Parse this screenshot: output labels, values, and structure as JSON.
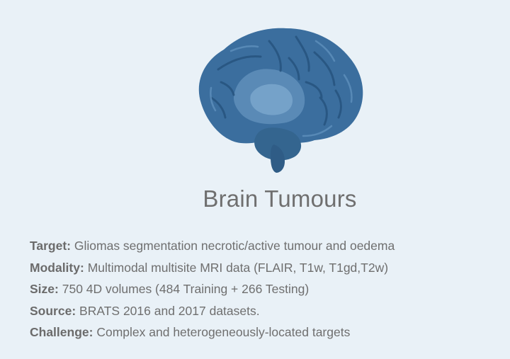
{
  "title": "Brain Tumours",
  "image": {
    "icon": "brain-icon",
    "color": "#3b6e9e"
  },
  "details": [
    {
      "label": "Target:",
      "value": "Gliomas segmentation necrotic/active tumour and oedema"
    },
    {
      "label": "Modality:",
      "value": "Multimodal multisite MRI data (FLAIR, T1w, T1gd,T2w)"
    },
    {
      "label": "Size:",
      "value": "750 4D volumes (484 Training + 266 Testing)"
    },
    {
      "label": "Source:",
      "value": "BRATS 2016 and 2017 datasets."
    },
    {
      "label": "Challenge:",
      "value": "Complex and heterogeneously-located targets"
    }
  ]
}
